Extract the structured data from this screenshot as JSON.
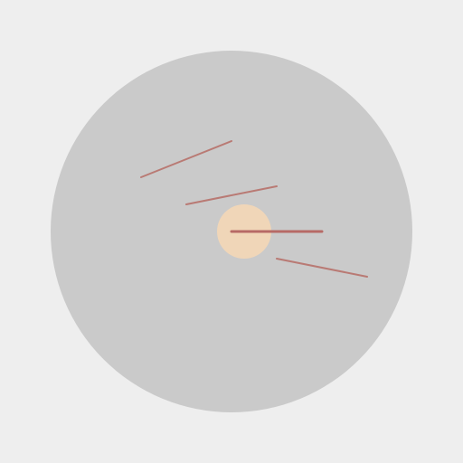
{
  "colors": {
    "background": "#eeeeee",
    "disc": "#cacaca",
    "center_marker": "#f0d6b8",
    "strokes": "#b97a74",
    "main_stroke": "#b76a66"
  },
  "icons": {
    "disc": "circle-shape",
    "center_marker": "circle-shape",
    "strokes": "line-shape"
  }
}
